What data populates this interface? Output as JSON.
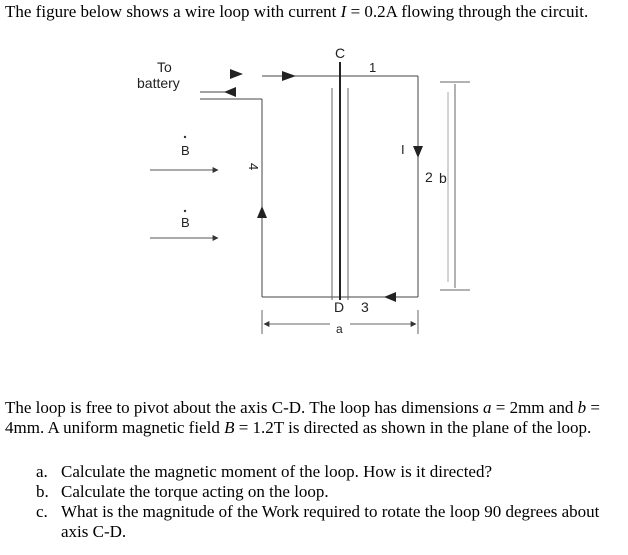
{
  "intro": {
    "part1": "The figure below shows a wire loop with current ",
    "current_symbol": "I",
    "part2": " = 0.2A flowing through the circuit."
  },
  "figure": {
    "battery_label_line1": "To",
    "battery_label_line2": "battery",
    "axis_top_label": "C",
    "axis_bottom_label": "D",
    "side_number_top": "1",
    "side_number_right": "2",
    "side_number_bottom": "3",
    "side_number_left": "4",
    "current_label": "I",
    "field_label_upper": "B",
    "field_label_lower": "B",
    "dimension_b_label": "b",
    "dimension_a_label": "a"
  },
  "body": {
    "s1": "The loop is free to pivot about the axis C-D. The loop has dimensions ",
    "var_a": "a",
    "s2": " = 2mm and ",
    "var_b": "b",
    "s3": " = 4mm.  A uniform magnetic field ",
    "var_B": "B",
    "s4": " = 1.2T is directed as shown in the plane of the loop."
  },
  "questions": [
    {
      "marker": "a.",
      "text": "Calculate the magnetic moment of the loop. How is it directed?"
    },
    {
      "marker": "b.",
      "text": "Calculate the torque acting on the loop."
    },
    {
      "marker": "c.",
      "text": "What is the magnitude of the Work required to rotate the loop 90 degrees about axis C-D."
    }
  ]
}
